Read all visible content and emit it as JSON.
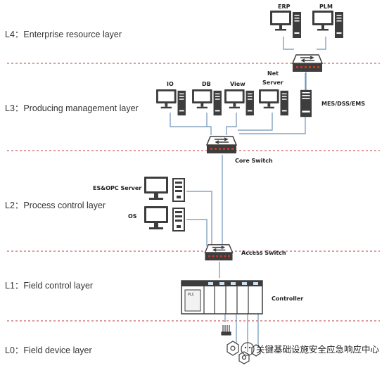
{
  "layers": [
    {
      "id": "L4",
      "label": "L4：Enterprise resource layer"
    },
    {
      "id": "L3",
      "label": "L3：Producing management layer"
    },
    {
      "id": "L2",
      "label": "L2：Process control layer"
    },
    {
      "id": "L1",
      "label": "L1：Field control layer"
    },
    {
      "id": "L0",
      "label": "L0：Field device layer"
    }
  ],
  "devices": {
    "erp": "ERP",
    "plm": "PLM",
    "io": "IO",
    "db": "DB",
    "view": "View",
    "net_server_1": "Net",
    "net_server_2": "Server",
    "mes": "MES/DSS/EMS",
    "core_switch": "Core Switch",
    "es_opc": "ES&OPC Server",
    "os": "OS",
    "access_switch": "Access Switch",
    "controller": "Controller",
    "plc": "PLC"
  },
  "watermark": "关键基础设施安全应急响应中心",
  "colors": {
    "divider": "#c23a3a",
    "link": "#6e93b8",
    "device_dark": "#3d3d3d",
    "switch_accent": "#c0392b"
  }
}
